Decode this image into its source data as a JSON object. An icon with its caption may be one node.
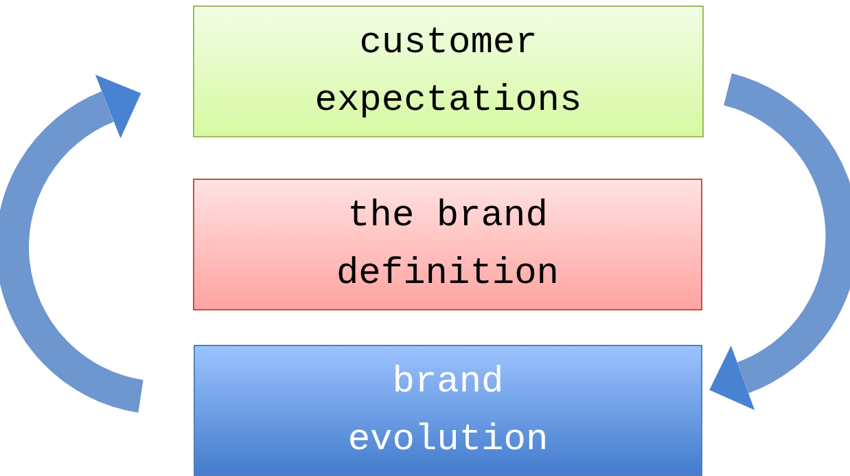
{
  "diagram": {
    "nodes": [
      {
        "text": [
          "customer expectations"
        ]
      },
      {
        "text": [
          "the brand definition"
        ]
      },
      {
        "text": [
          "brand evolution"
        ]
      }
    ],
    "edges": [
      {
        "from": 0,
        "to": 2,
        "arrow": "to"
      },
      {
        "from": 2,
        "to": 0,
        "arrow": "to"
      }
    ]
  }
}
